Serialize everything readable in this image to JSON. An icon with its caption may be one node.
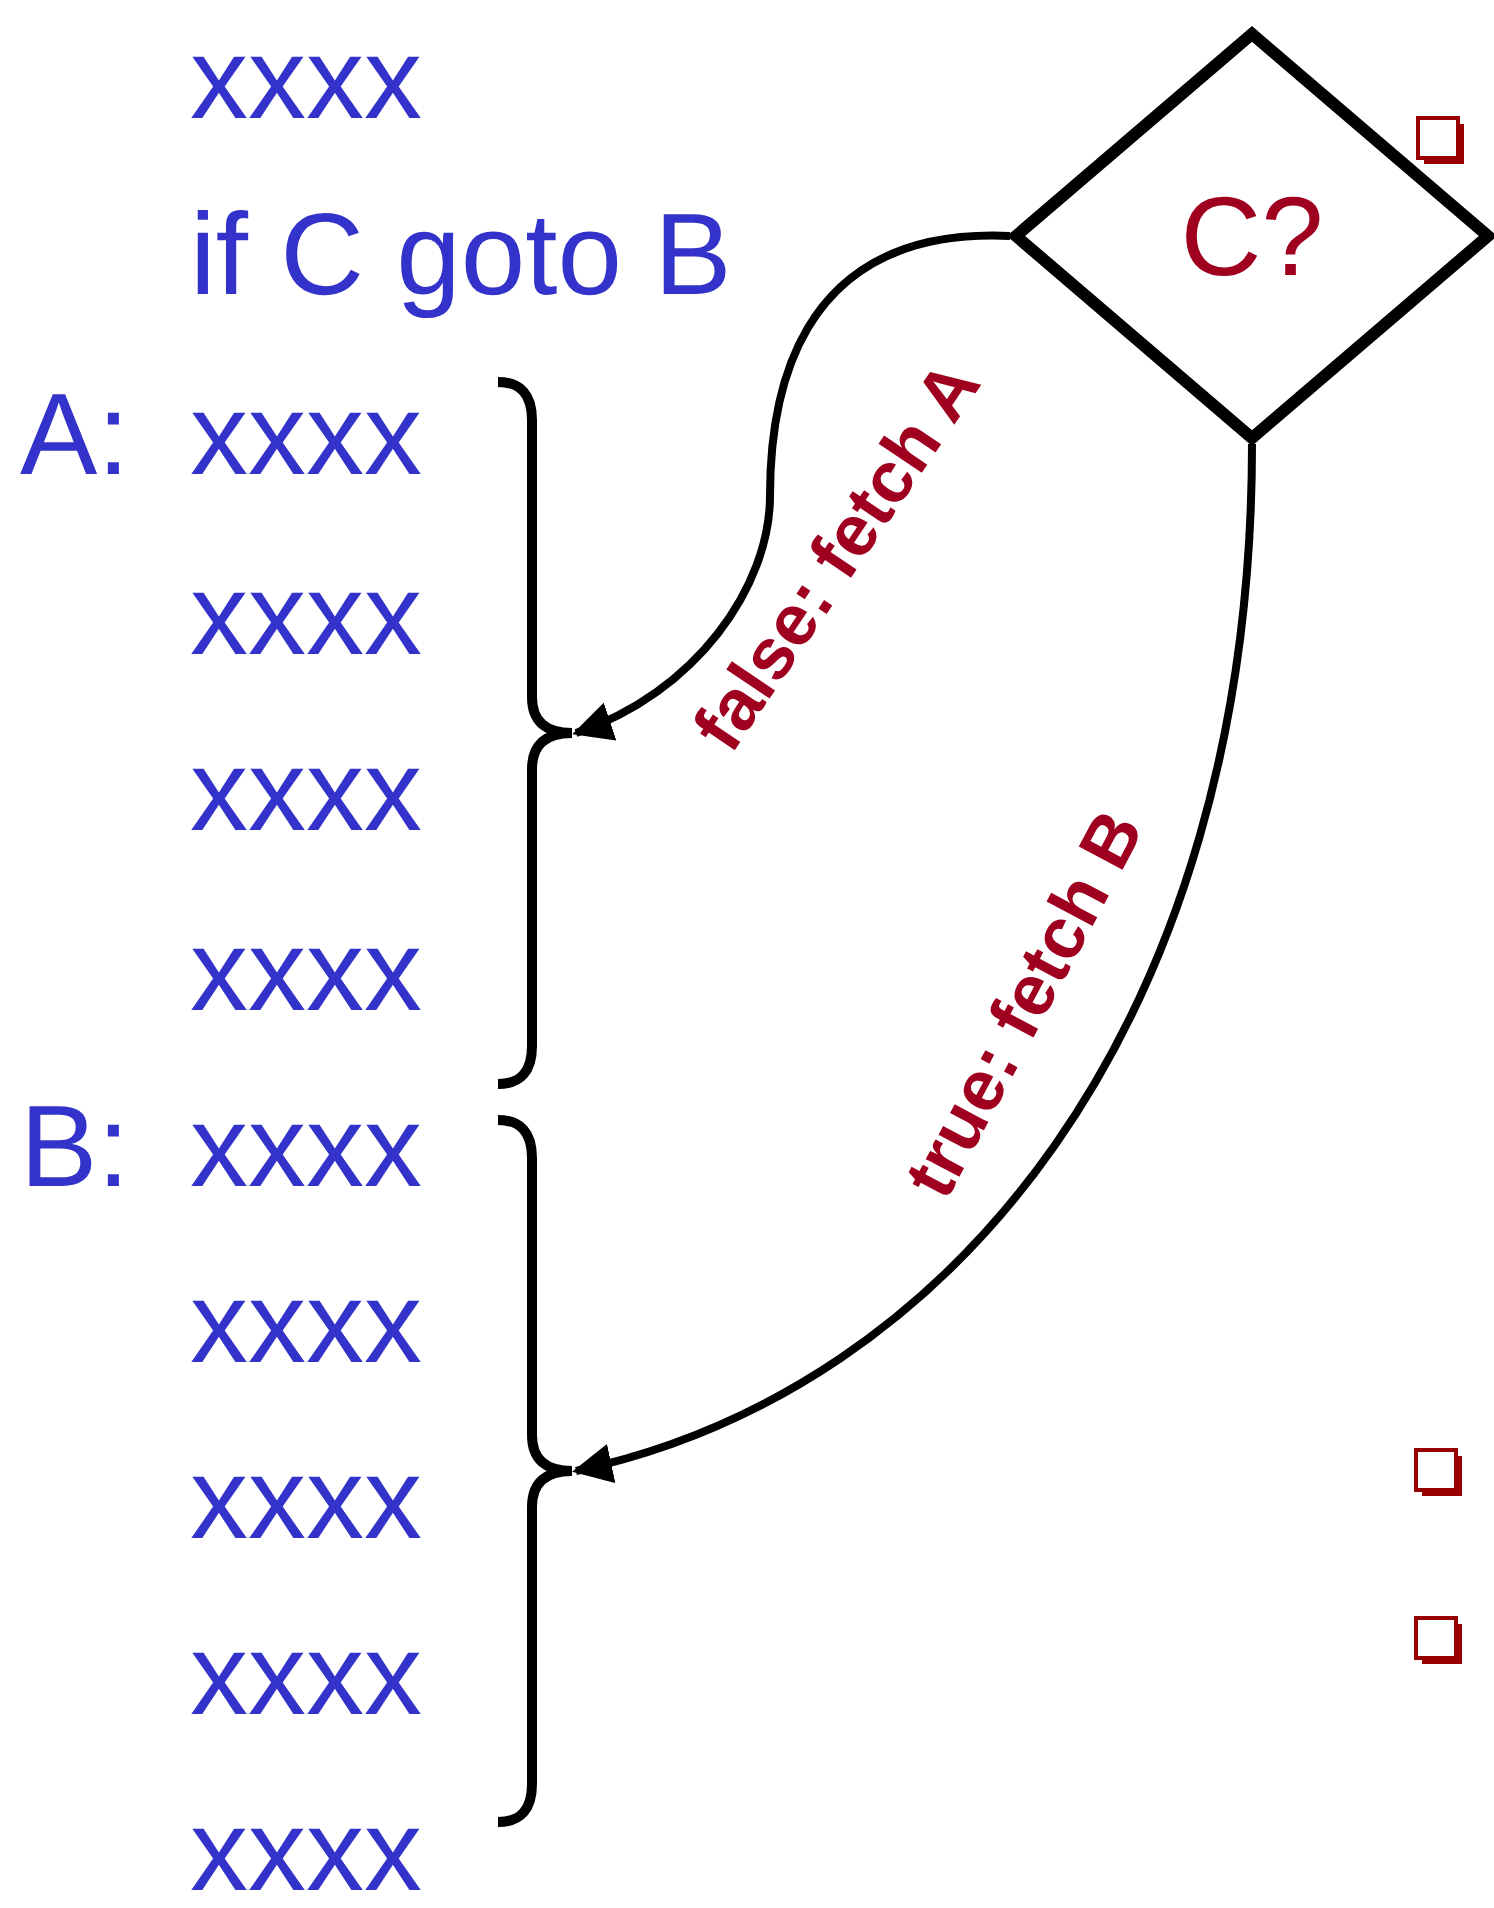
{
  "diagram": {
    "nodes": [
      {
        "text": [
          "C?"
        ]
      },
      {
        "text": [],
        "shape": "brace"
      },
      {
        "text": [],
        "shape": "brace"
      }
    ],
    "edges": [
      {
        "from": 0,
        "to": 1,
        "arrow": "to",
        "label": "false: fetch A"
      },
      {
        "from": 0,
        "to": 2,
        "arrow": "to",
        "label": "true: fetch B"
      }
    ],
    "labels": [
      "xxxx",
      "if C goto B",
      "A:",
      "xxxx",
      "xxxx",
      "xxxx",
      "xxxx",
      "B:",
      "xxxx",
      "xxxx",
      "xxxx",
      "xxxx",
      "xxxx"
    ]
  }
}
